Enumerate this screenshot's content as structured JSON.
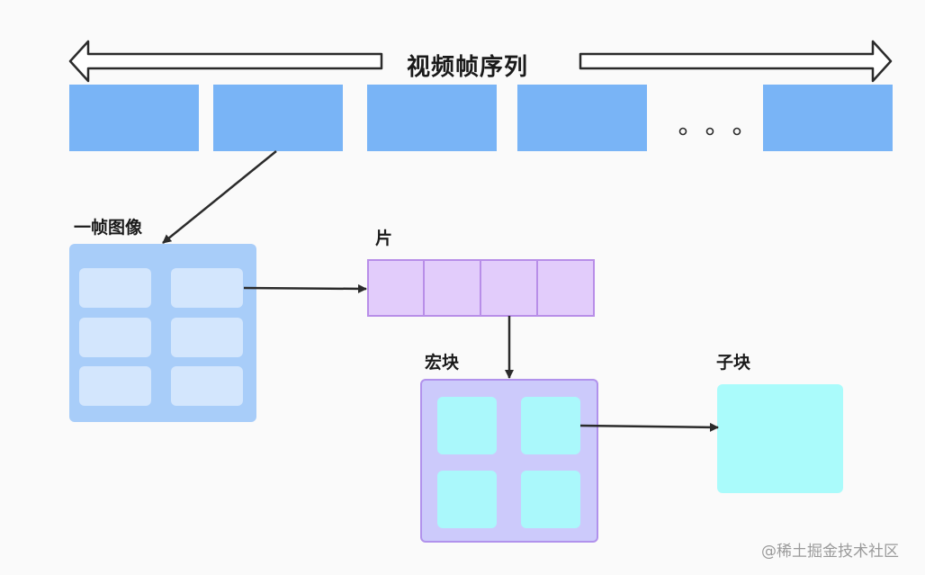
{
  "labels": {
    "sequence_title": "视频帧序列",
    "frame": "一帧图像",
    "slice": "片",
    "macroblock": "宏块",
    "subblock": "子块"
  },
  "watermark": "@稀土掘金技术社区",
  "colors": {
    "frame_seq": "#79b4f6",
    "frame_image": "#a8cdf9",
    "frame_cell": "#d3e6fd",
    "slice_fill": "#e2ccfb",
    "slice_border": "#b88ee8",
    "macroblock_fill": "#cccafb",
    "macroblock_border": "#b192ec",
    "mb_cell": "#aaf8fb",
    "subblock": "#aafbfb",
    "arrow": "#2b2b2b",
    "background": "#fafafa"
  }
}
